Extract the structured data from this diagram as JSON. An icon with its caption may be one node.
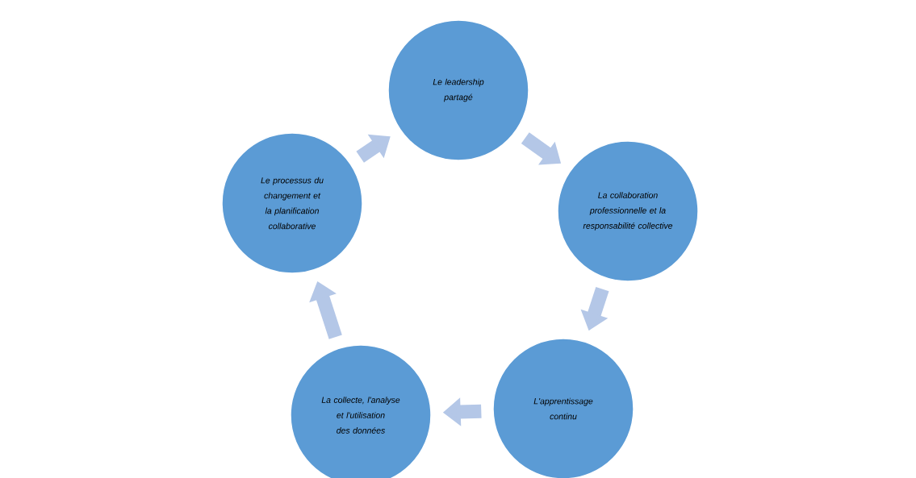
{
  "diagram": {
    "nodes": [
      {
        "text": [
          "Le leadership partagé"
        ]
      },
      {
        "text": [
          "La collaboration professionnelle et la responsabilité collective"
        ]
      },
      {
        "text": [
          "L'apprentissage continu"
        ]
      },
      {
        "text": [
          "La collecte, l'analyse et l'utilisation des données"
        ]
      },
      {
        "text": [
          "Le processus du changement et la planification collaborative"
        ]
      }
    ],
    "edges": [
      {
        "from": 0,
        "to": 1,
        "arrow": "to"
      },
      {
        "from": 1,
        "to": 2,
        "arrow": "to"
      },
      {
        "from": 2,
        "to": 3,
        "arrow": "to"
      },
      {
        "from": 3,
        "to": 4,
        "arrow": "to"
      },
      {
        "from": 4,
        "to": 0,
        "arrow": "to"
      }
    ]
  }
}
